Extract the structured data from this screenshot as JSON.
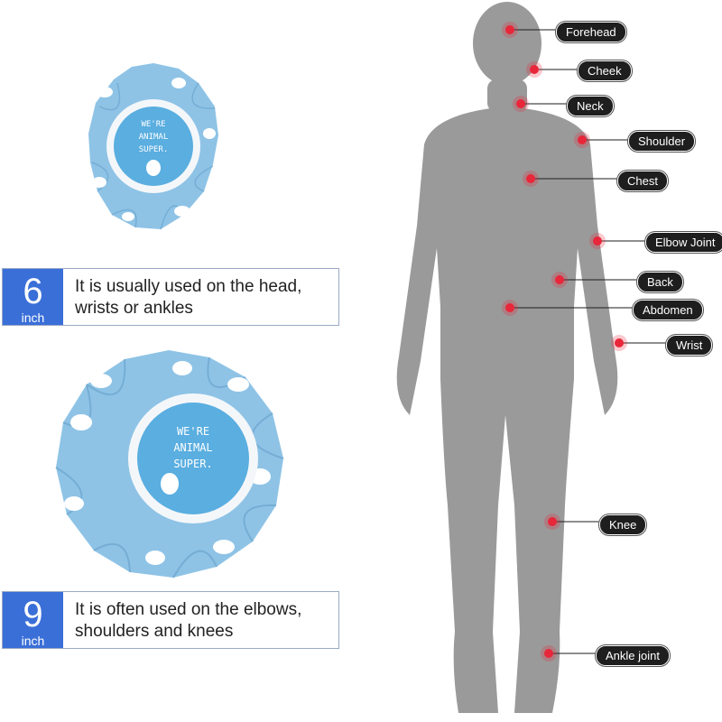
{
  "products": [
    {
      "size": "6",
      "unit": "inch",
      "description_line1": "It is usually used on the head,",
      "description_line2": "wrists or ankles",
      "cap_text": "WE'RE ANIMAL SUPER."
    },
    {
      "size": "9",
      "unit": "inch",
      "description_line1": "It is often used on the elbows,",
      "description_line2": "shoulders and knees",
      "cap_text": "WE'RE ANIMAL SUPER."
    }
  ],
  "body_points": [
    {
      "label": "Forehead"
    },
    {
      "label": "Cheek"
    },
    {
      "label": "Neck"
    },
    {
      "label": "Shoulder"
    },
    {
      "label": "Chest"
    },
    {
      "label": "Elbow Joint"
    },
    {
      "label": "Back"
    },
    {
      "label": "Abdomen"
    },
    {
      "label": "Wrist"
    },
    {
      "label": "Knee"
    },
    {
      "label": "Ankle joint"
    }
  ],
  "colors": {
    "accent": "#3a6fd8",
    "bag_fabric": "#8ec3e6",
    "cap": "#5aaee0",
    "silhouette": "#9a9a9a",
    "point": "#e8273a",
    "label_bg": "#1e1e1e"
  }
}
